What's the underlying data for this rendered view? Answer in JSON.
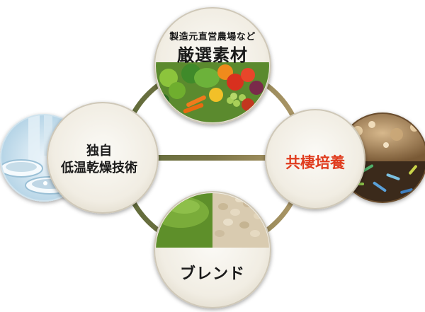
{
  "nodes": {
    "top": {
      "subtitle": "製造元直営農場など",
      "title": "厳選素材",
      "image": "vegetables-and-fruits"
    },
    "left": {
      "line1": "独自",
      "line2": "低温乾燥技術",
      "image": "laboratory-petri-dishes"
    },
    "right": {
      "title": "共棲培養",
      "image": "fermentation-and-soil-bacteria"
    },
    "bottom": {
      "title": "ブレンド",
      "image": "green-powder-and-soybeans"
    }
  },
  "colors": {
    "ring_left": "#5f6b3a",
    "ring_right": "#a89262",
    "circle_fill": "#f4f1ea",
    "circle_rim": "#c9c3b4",
    "right_title": "#e03c1e",
    "text": "#1a1a1a"
  }
}
